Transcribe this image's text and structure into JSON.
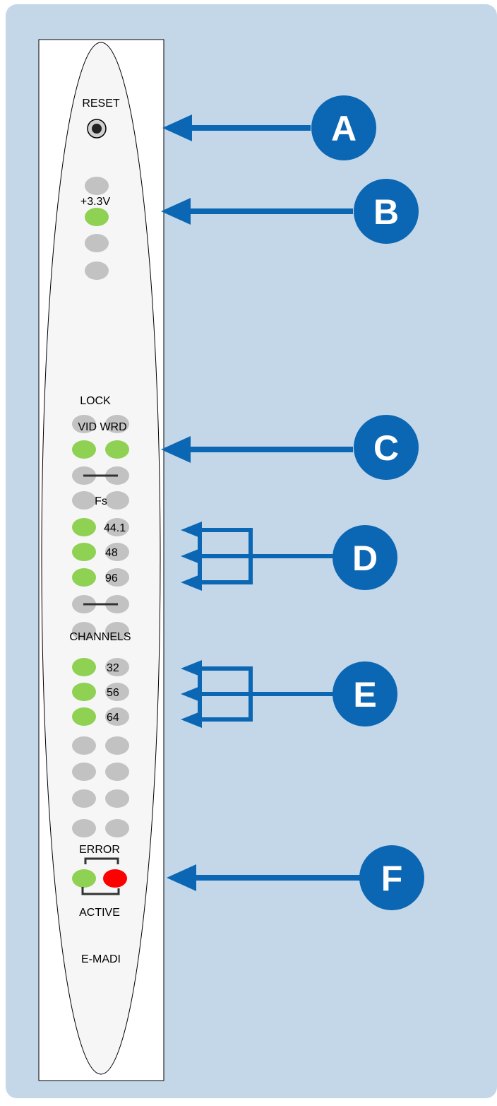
{
  "colors": {
    "background": "#c4d7e8",
    "panel": "#ffffff",
    "panel_face": "#f5f5f5",
    "led_off": "#c2c2c2",
    "led_green": "#8fd152",
    "led_red": "#ff0000",
    "callout": "#0b67b3",
    "text": "#000000"
  },
  "panel": {
    "reset_label": "RESET",
    "voltage_label": "+3.3V",
    "lock_label": "LOCK",
    "vid_wrd_label": "VID WRD",
    "fs_label": "Fs",
    "fs_44": "44.1",
    "fs_48": "48",
    "fs_96": "96",
    "channels_label": "CHANNELS",
    "ch_32": "32",
    "ch_56": "56",
    "ch_64": "64",
    "error_label": "ERROR",
    "active_label": "ACTIVE",
    "model_label": "E-MADI"
  },
  "callouts": {
    "a": "A",
    "b": "B",
    "c": "C",
    "d": "D",
    "e": "E",
    "f": "F"
  },
  "leds": {
    "power_column": [
      "off",
      "green",
      "off",
      "off"
    ],
    "lock": {
      "vid": "green",
      "wrd": "green"
    },
    "fs": {
      "44.1": "green",
      "48": "green",
      "96": "green"
    },
    "channels": {
      "32": "green",
      "56": "green",
      "64": "green"
    },
    "status": {
      "active": "green",
      "error": "red"
    }
  }
}
